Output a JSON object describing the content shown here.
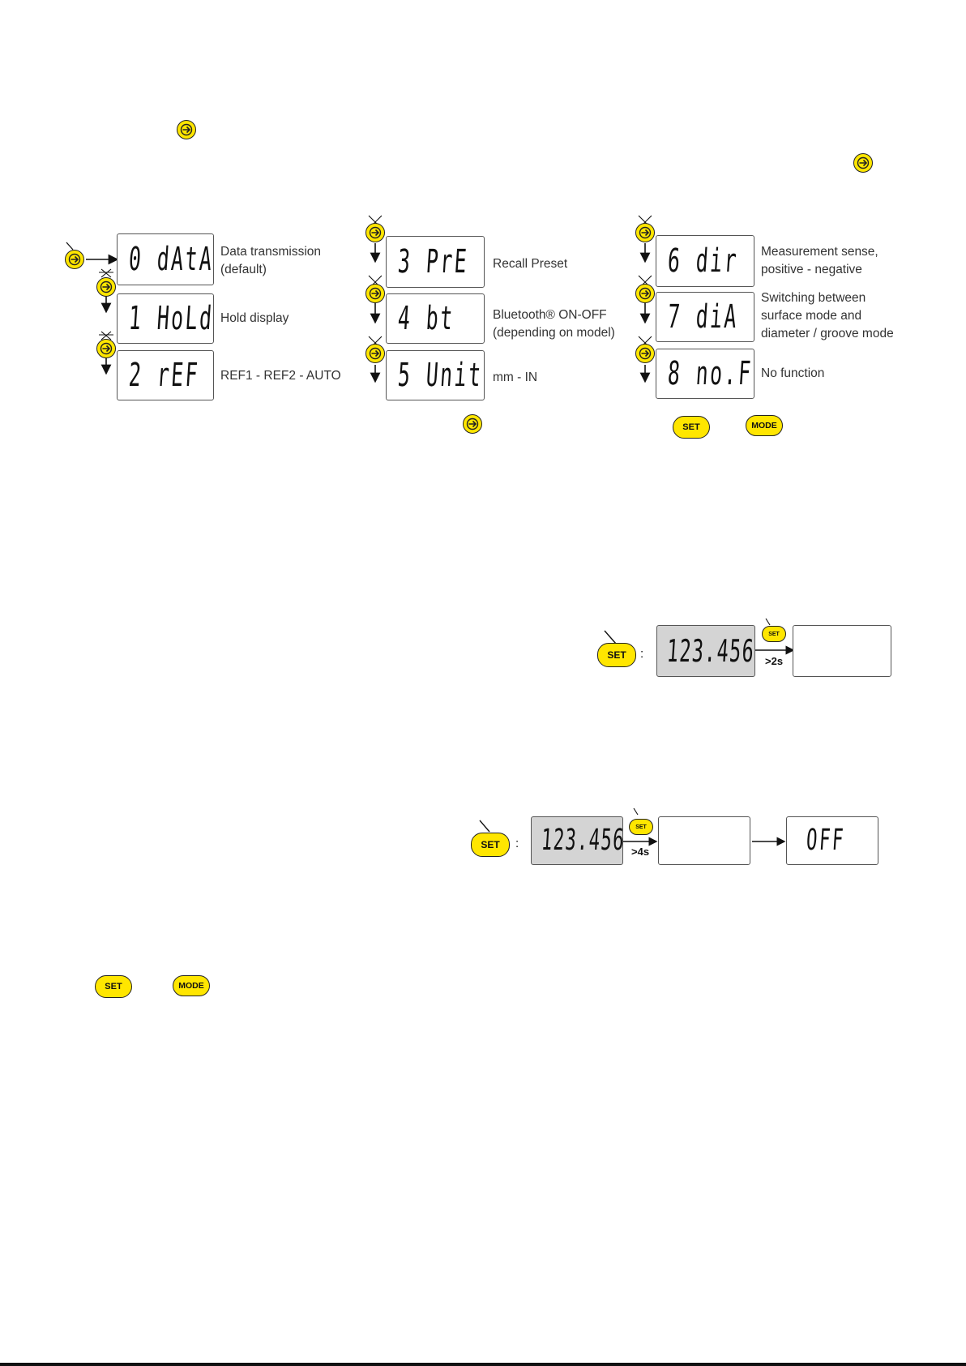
{
  "menu": {
    "items": [
      {
        "code": "0 dAtA",
        "label1": "Data transmission",
        "label2": "(default)"
      },
      {
        "code": "1 HoLd",
        "label1": "Hold display",
        "label2": ""
      },
      {
        "code": "2 rEF",
        "label1": "REF1 - REF2 - AUTO",
        "label2": ""
      },
      {
        "code": "3 PrE",
        "label1": "Recall Preset",
        "label2": ""
      },
      {
        "code": "4 bt",
        "label1": "Bluetooth® ON-OFF",
        "label2": "(depending on model)"
      },
      {
        "code": "5 Unit",
        "label1": "mm - IN",
        "label2": ""
      },
      {
        "code": "6 dir",
        "label1": "Measurement sense,",
        "label2": "positive - negative"
      },
      {
        "code": "7 diA",
        "label1": "Switching between",
        "label2": "surface mode and",
        "label3": "diameter / groove mode"
      },
      {
        "code": "8 no.F",
        "label1": "No function",
        "label2": ""
      }
    ]
  },
  "buttons": {
    "set": "SET",
    "mode": "MODE",
    "colon": ":"
  },
  "sequence1": {
    "display": "123.456",
    "duration": ">2s",
    "result": ""
  },
  "sequence2": {
    "display": "123.456",
    "duration": ">4s",
    "middle": "",
    "result": "OFF"
  },
  "colors": {
    "button_yellow": "#ffe600",
    "lcd_grey": "#d4d4d4",
    "outline": "#555555"
  },
  "icons": [
    "enter-arrow-icon",
    "press-pointer-icon",
    "down-arrow-icon",
    "right-arrow-icon"
  ]
}
